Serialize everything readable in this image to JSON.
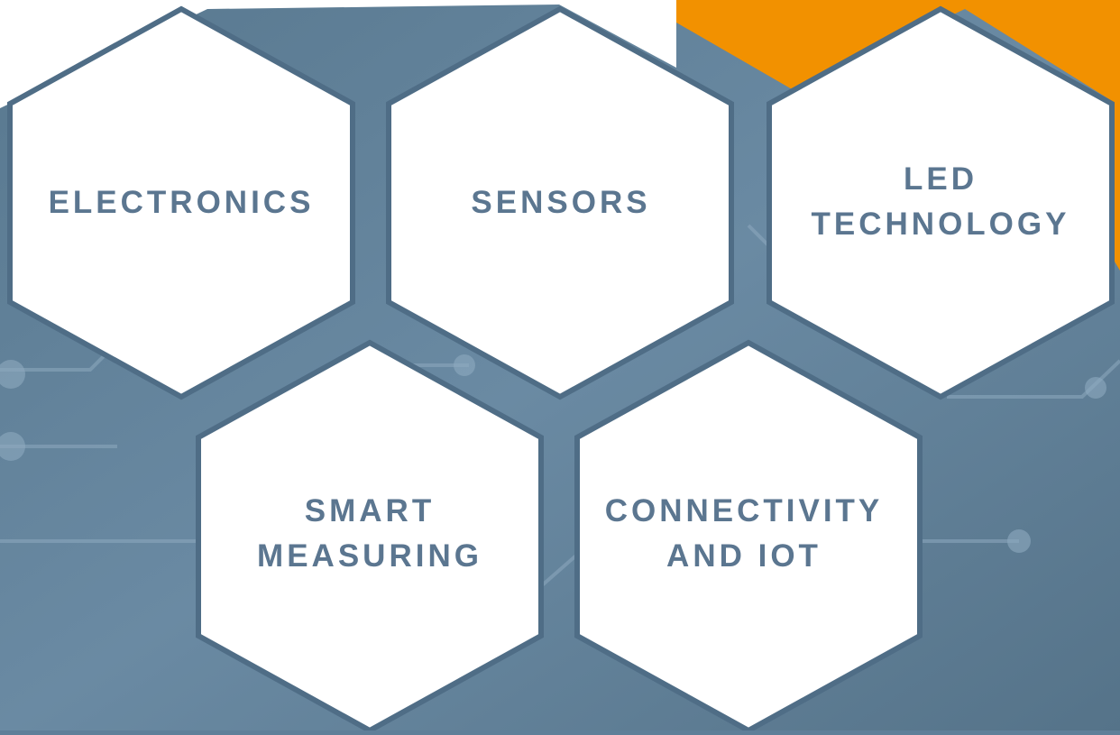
{
  "colors": {
    "background": "#5f7f99",
    "background_dark": "#4e6c85",
    "accent_orange": "#f29100",
    "hex_fill": "#ffffff",
    "hex_border": "#4f6d86",
    "label_text": "#5b7690"
  },
  "tiles": [
    {
      "name": "electronics",
      "label": "ELECTRONICS"
    },
    {
      "name": "sensors",
      "label": "SENSORS"
    },
    {
      "name": "led-technology",
      "label": "LED\nTECHNOLOGY"
    },
    {
      "name": "smart-measuring",
      "label": "SMART\nMEASURING"
    },
    {
      "name": "connectivity-iot",
      "label": "CONNECTIVITY\nAND IOT"
    }
  ]
}
